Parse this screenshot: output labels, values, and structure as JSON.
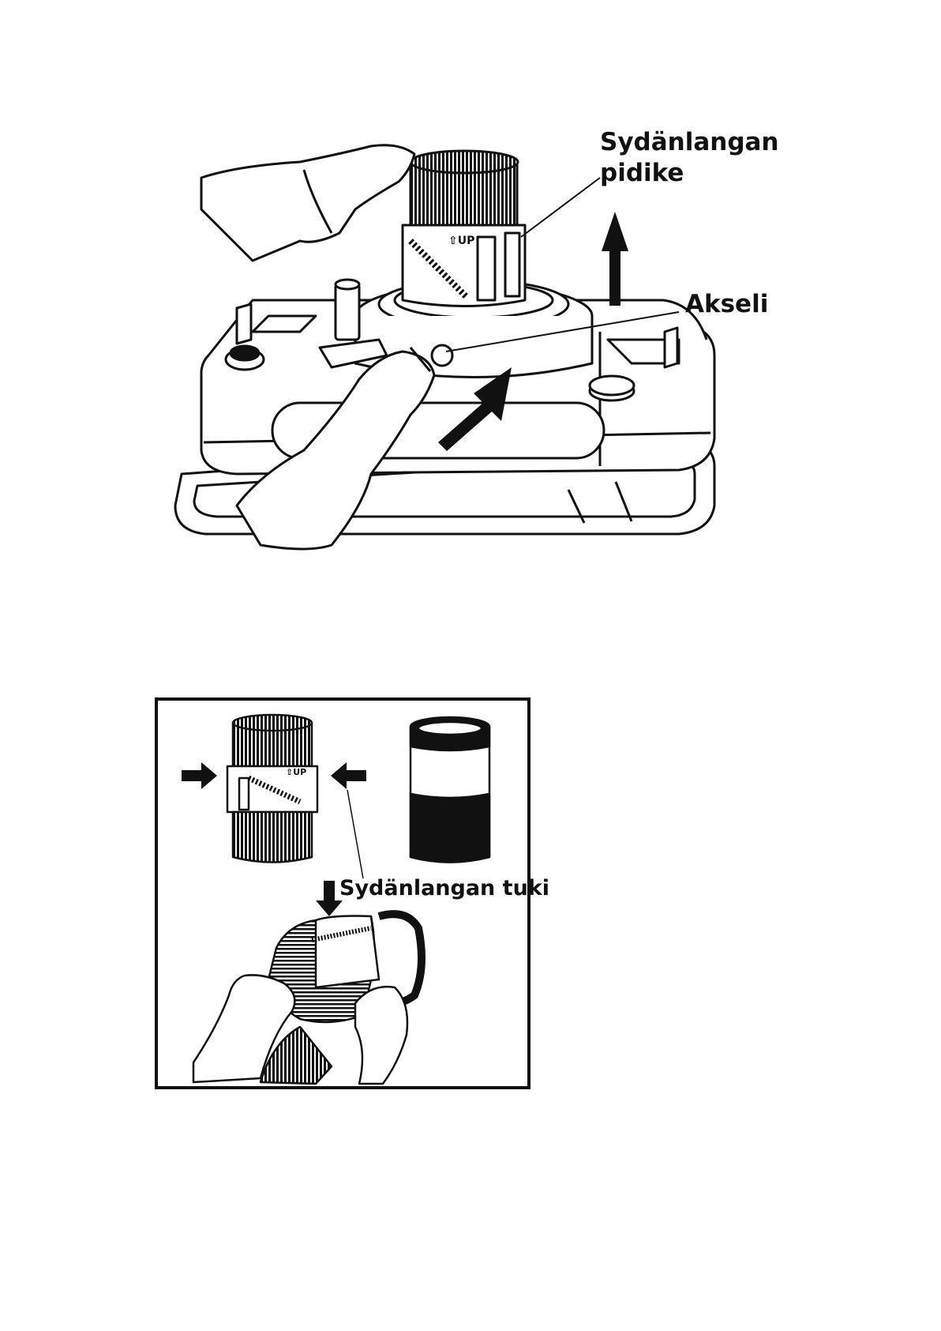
{
  "figure1": {
    "label_holder_line1": "Sydänlangan",
    "label_holder_line2": "pidike",
    "label_shaft": "Akseli",
    "cylinder_text": "⇧UP"
  },
  "figure2": {
    "label_support": "Sydänlangan tuki",
    "cylinder_text": "⇧UP"
  },
  "colors": {
    "ink": "#111111",
    "paper": "#ffffff"
  }
}
